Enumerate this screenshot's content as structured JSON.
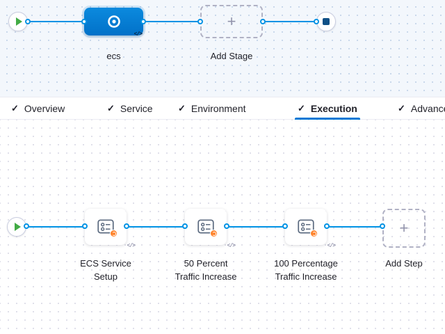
{
  "stage_canvas": {
    "stage_node": {
      "label": "ecs",
      "icon": "ecs-service-icon"
    },
    "add_stage": {
      "label": "Add Stage",
      "plus_glyph": "+"
    },
    "code_glyph": "</>"
  },
  "tab_bar": {
    "check_glyph": "✓",
    "active_tab": "Execution",
    "tabs": [
      {
        "label": "Overview"
      },
      {
        "label": "Service"
      },
      {
        "label": "Environment"
      },
      {
        "label": "Execution"
      },
      {
        "label": "Advanced"
      }
    ]
  },
  "execution_canvas": {
    "code_glyph": "</>",
    "steps": [
      {
        "label": "ECS Service Setup",
        "icon": "service-config-icon"
      },
      {
        "label": "50 Percent Traffic Increase",
        "icon": "service-config-icon"
      },
      {
        "label": "100 Percentage Traffic Increase",
        "icon": "service-config-icon"
      }
    ],
    "add_step": {
      "label": "Add Step",
      "plus_glyph": "+"
    }
  },
  "colors": {
    "accent_blue": "#0278d5",
    "connector_blue": "#0092e4",
    "play_green": "#42ab45",
    "stop_color": "#0f5086"
  }
}
